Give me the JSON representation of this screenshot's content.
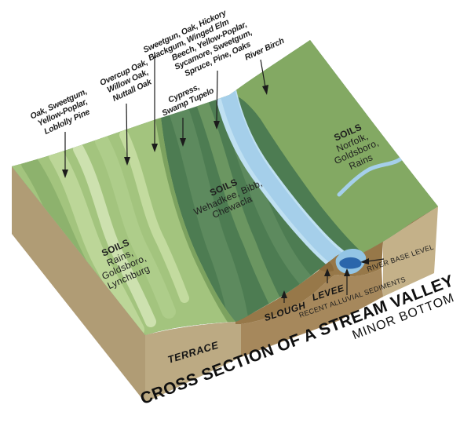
{
  "title": {
    "main": "CROSS SECTION OF A STREAM VALLEY",
    "subtitle": "MINOR BOTTOM"
  },
  "vegetation": [
    {
      "text": "Oak, Sweetgum,\nYellow-Poplar,\nLoblolly Pine"
    },
    {
      "text": "Overcup Oak,\nWillow Oak,\nNuttall Oak"
    },
    {
      "text": "Sweetgun, Oak, Hickory\nBlackgum, Winged Elm"
    },
    {
      "text": "Cypress,\nSwamp Tupelo"
    },
    {
      "text": "Beech, Yellow-Poplar,\nSycamore, Sweetgum,\nSpruce, Pine, Oaks"
    },
    {
      "text": "River Birch"
    }
  ],
  "soils": [
    {
      "heading": "SOILS",
      "names": "Rains,\nGoldsboro,\nLynchburg"
    },
    {
      "heading": "SOILS",
      "names": "Wehadkee, Bibb,\nChewacla"
    },
    {
      "heading": "SOILS",
      "names": "Norfolk,\nGoldsboro,\nRains"
    }
  ],
  "features": {
    "terrace": "TERRACE",
    "slough": "SLOUGH",
    "levee": "LEVEE",
    "recent_alluvial_sediments": "RECENT ALLUVIAL SEDIMENTS",
    "river_base_level": "RIVER BASE LEVEL"
  },
  "colors": {
    "terrace_green": "#a3c47e",
    "terrace_band_light": "#cde1af",
    "bottomland_green": "#4d7c52",
    "bottomland_ridge": "#5d8a5e",
    "upland_green": "#83a963",
    "river_blue": "#a5cfea",
    "river_edge_blue": "#bfe0f2",
    "river_base_blue": "#2b66ab",
    "terrace_soil_tan": "#bcaa83",
    "left_face_tan": "#b09c75",
    "alluvium_brown": "#a6885c",
    "sediment_strip_brown": "#977849",
    "right_face_tan": "#c4b189",
    "ink": "#1b1b1b"
  }
}
